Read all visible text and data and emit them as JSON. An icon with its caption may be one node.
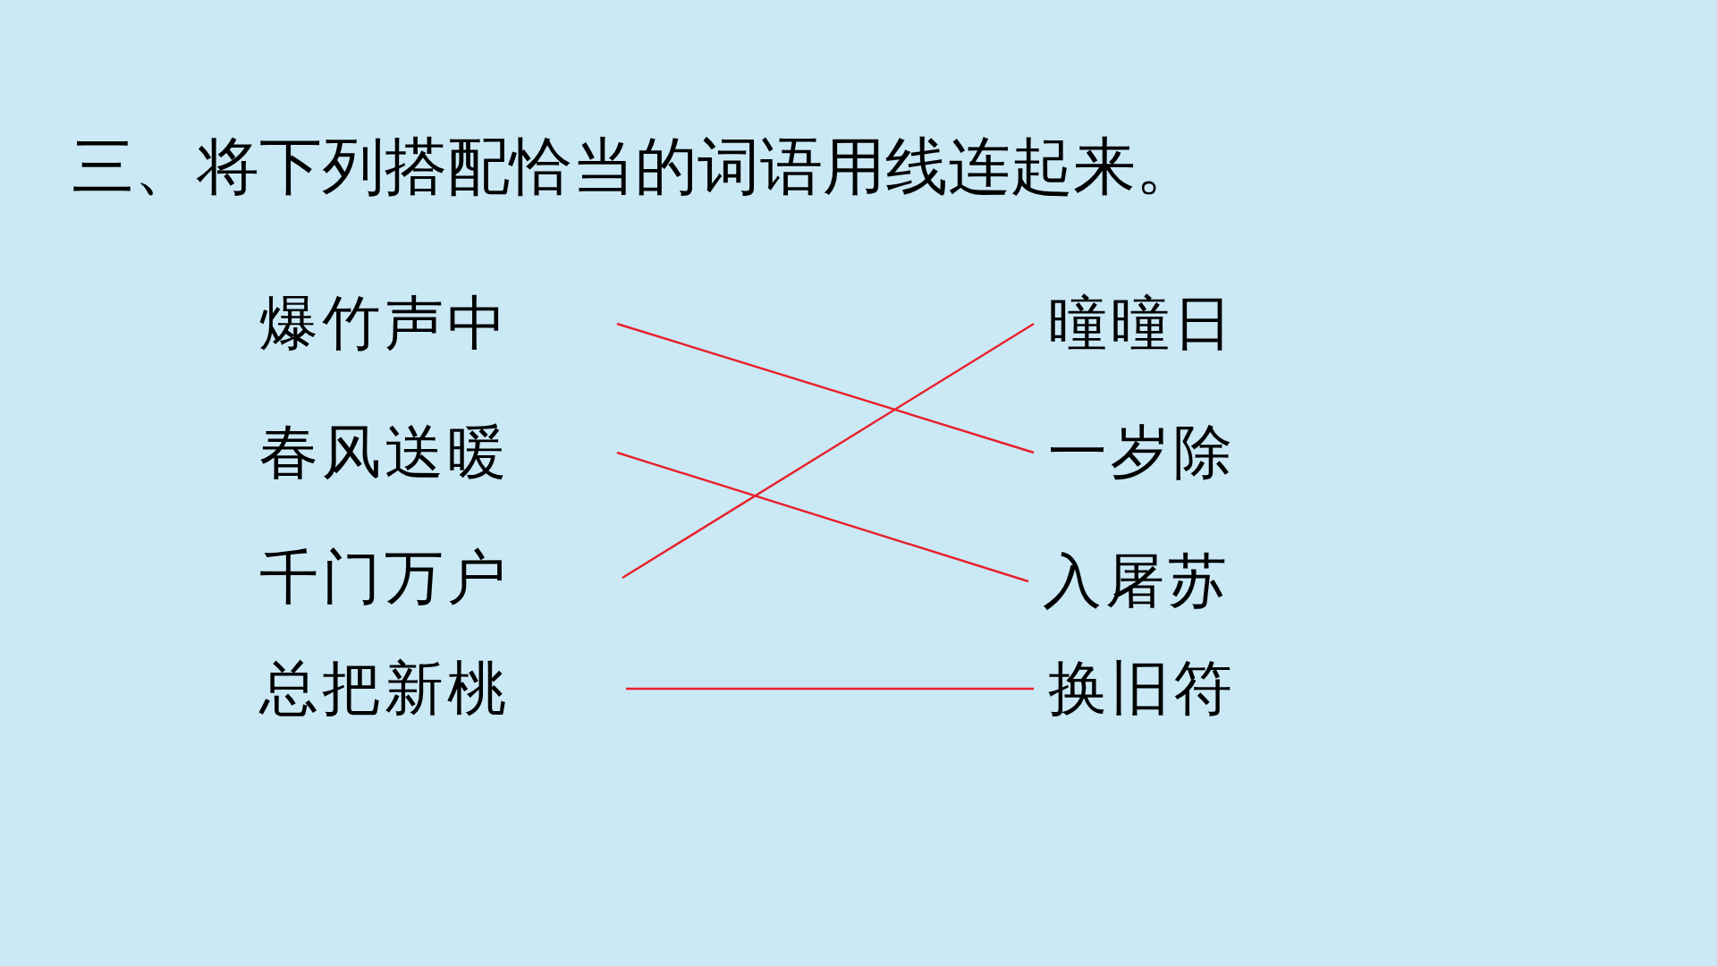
{
  "diagram": {
    "title": "三、将下列搭配恰当的词语用线连起来。",
    "nodes": [
      {
        "text": [
          "爆竹声中"
        ]
      },
      {
        "text": [
          "春风送暖"
        ]
      },
      {
        "text": [
          "千门万户"
        ]
      },
      {
        "text": [
          "总把新桃"
        ]
      },
      {
        "text": [
          "曈曈日"
        ]
      },
      {
        "text": [
          "一岁除"
        ]
      },
      {
        "text": [
          "入屠苏"
        ]
      },
      {
        "text": [
          "换旧符"
        ]
      }
    ],
    "edges": [
      {
        "from": 0,
        "to": 5,
        "arrow": "none"
      },
      {
        "from": 1,
        "to": 6,
        "arrow": "none"
      },
      {
        "from": 2,
        "to": 4,
        "arrow": "none"
      },
      {
        "from": 3,
        "to": 7,
        "arrow": "none"
      }
    ]
  }
}
